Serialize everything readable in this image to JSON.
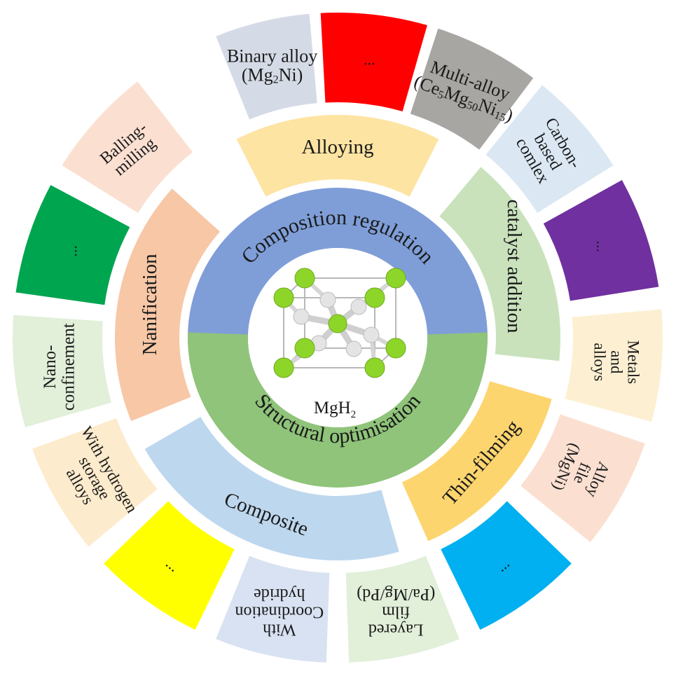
{
  "center": {
    "label": "MgH",
    "subscript": "2",
    "colors": {
      "mg": "#8dd629",
      "h": "#e4e4e4",
      "cell": "#b8b8b8"
    }
  },
  "inner_ring": [
    {
      "id": "composition-regulation",
      "label": "Composition regulation",
      "color": "#7f9ed8"
    },
    {
      "id": "structural-optimisation",
      "label": "Structural optimisation",
      "color": "#8fc47a"
    }
  ],
  "middle_ring": [
    {
      "id": "alloying",
      "label": "Alloying",
      "color": "#fde4a2"
    },
    {
      "id": "catalyst-addition",
      "label": "catalyst addition",
      "color": "#c9e2bc"
    },
    {
      "id": "thin-filming",
      "label": "Thin-filming",
      "color": "#fdd56e"
    },
    {
      "id": "composite",
      "label": "Composite",
      "color": "#bdd7ee"
    },
    {
      "id": "nanification",
      "label": "Nanification",
      "color": "#f7c7a6"
    }
  ],
  "outer_ring": [
    {
      "id": "binary-alloy",
      "lines": [
        [
          "Binary alloy"
        ],
        [
          "(Mg",
          {
            "sub": "2"
          },
          "Ni)"
        ]
      ],
      "color": "#d5dbe6"
    },
    {
      "id": "ellipsis-red",
      "lines": [
        [
          "..."
        ]
      ],
      "color": "#ff0000"
    },
    {
      "id": "multi-alloy",
      "lines": [
        [
          "Multi-alloy"
        ],
        [
          "(Ce",
          {
            "sub": "5"
          },
          "Mg",
          {
            "sub": "50"
          },
          "Ni",
          {
            "sub": "15"
          },
          ")"
        ]
      ],
      "color": "#a8a6a2"
    },
    {
      "id": "carbon-based",
      "lines": [
        [
          "Carbon-"
        ],
        [
          "based"
        ],
        [
          "comlex"
        ]
      ],
      "color": "#dbe8f4"
    },
    {
      "id": "ellipsis-purple",
      "lines": [
        [
          "..."
        ]
      ],
      "color": "#7030a0"
    },
    {
      "id": "metals-alloys",
      "lines": [
        [
          "Metals"
        ],
        [
          "and"
        ],
        [
          "alloys"
        ]
      ],
      "color": "#fdf0d2"
    },
    {
      "id": "alloy-file",
      "lines": [
        [
          "Alloy"
        ],
        [
          "file"
        ],
        [
          "(MgNi)"
        ]
      ],
      "color": "#fbe0d2"
    },
    {
      "id": "ellipsis-blue",
      "lines": [
        [
          "..."
        ]
      ],
      "color": "#00b0f0"
    },
    {
      "id": "layered-film",
      "lines": [
        [
          "Layered"
        ],
        [
          "film"
        ],
        [
          "(Pa/Mg/Pd)"
        ]
      ],
      "color": "#e2efd9"
    },
    {
      "id": "with-coordination",
      "lines": [
        [
          "With"
        ],
        [
          "Coordination"
        ],
        [
          "hydride"
        ]
      ],
      "color": "#d8e2f2"
    },
    {
      "id": "ellipsis-yellow",
      "lines": [
        [
          "..."
        ]
      ],
      "color": "#ffff00"
    },
    {
      "id": "with-hydrogen",
      "lines": [
        [
          "With hydrogen"
        ],
        [
          "storage"
        ],
        [
          "alloys"
        ]
      ],
      "color": "#fdebcd"
    },
    {
      "id": "nano-confinement",
      "lines": [
        [
          "Nano-"
        ],
        [
          "confinement"
        ]
      ],
      "color": "#e2efd9"
    },
    {
      "id": "ellipsis-green",
      "lines": [
        [
          "..."
        ]
      ],
      "color": "#00a550"
    },
    {
      "id": "balling-milling",
      "lines": [
        [
          "Balling-"
        ],
        [
          "milling"
        ]
      ],
      "color": "#fbe0d2"
    }
  ]
}
